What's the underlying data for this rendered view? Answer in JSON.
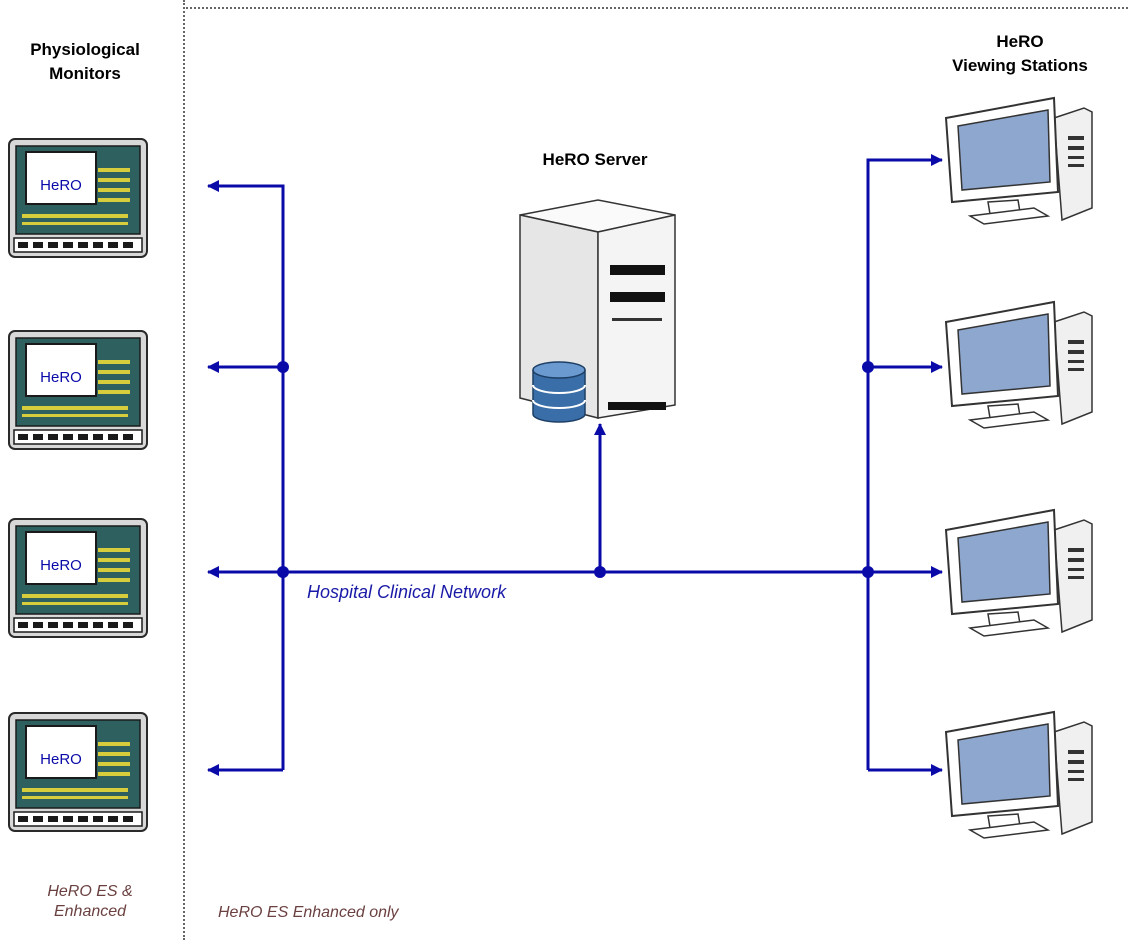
{
  "diagram": {
    "monitors_heading_line1": "Physiological",
    "monitors_heading_line2": "Monitors",
    "viewers_heading_line1": "HeRO",
    "viewers_heading_line2": "Viewing Stations",
    "server_heading": "HeRO Server",
    "network_label": "Hospital Clinical Network",
    "monitor_screen_label": "HeRO",
    "footnote_left_line1": "HeRO ES &",
    "footnote_left_line2": "Enhanced",
    "footnote_right": "HeRO ES Enhanced only",
    "colors": {
      "network": "#0a0aa8",
      "monitor_frame": "#2a2a2a",
      "monitor_panel": "#2e6060",
      "monitor_keys": "#d6cc3c",
      "station_screen": "#8ea7cf",
      "server_body": "#f2f2f2",
      "database": "#3a6ea8"
    }
  }
}
